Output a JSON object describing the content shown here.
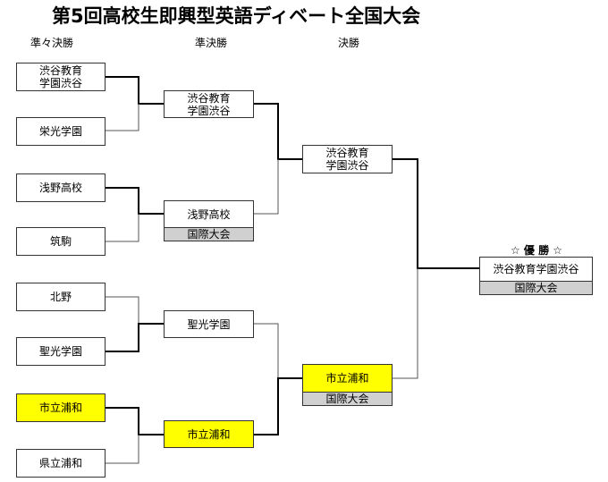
{
  "title": "第5回高校生即興型英語ディベート全国大会",
  "rounds": {
    "quarter": "準々決勝",
    "semi": "準決勝",
    "final": "決勝"
  },
  "quarterfinal": {
    "m1a": [
      "渋谷教育",
      "学園渋谷"
    ],
    "m1b": "栄光学園",
    "m2a": "浅野高校",
    "m2b": "筑駒",
    "m3a": "北野",
    "m3b": "聖光学園",
    "m4a": "市立浦和",
    "m4b": "県立浦和"
  },
  "semifinal": {
    "s1": [
      "渋谷教育",
      "学園渋谷"
    ],
    "s2": "浅野高校",
    "s2_badge": "国際大会",
    "s3": "聖光学園",
    "s4": "市立浦和"
  },
  "final": {
    "f1": [
      "渋谷教育",
      "学園渋谷"
    ],
    "f2": "市立浦和",
    "f2_badge": "国際大会"
  },
  "champion": {
    "label": "☆ 優 勝 ☆",
    "name": "渋谷教育学園渋谷",
    "badge": "国際大会"
  },
  "colors": {
    "highlight": "#ffff00",
    "badge": "#d0d0d0"
  }
}
